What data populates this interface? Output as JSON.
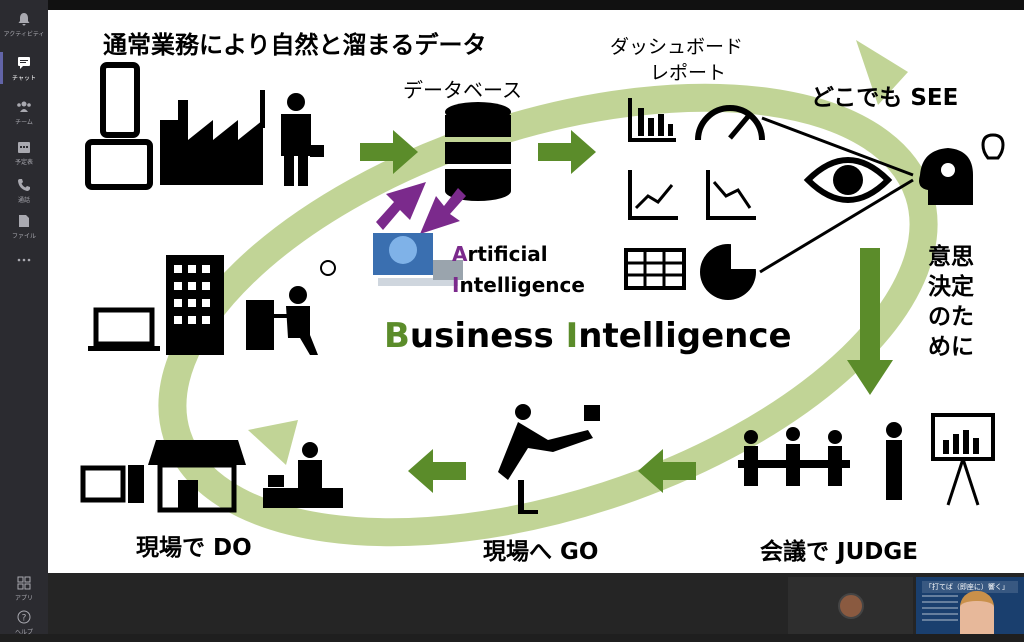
{
  "rail": {
    "items": [
      {
        "label": "アクティビティ",
        "icon": "bell-icon"
      },
      {
        "label": "チャット",
        "icon": "chat-icon"
      },
      {
        "label": "チーム",
        "icon": "teams-icon"
      },
      {
        "label": "予定表",
        "icon": "calendar-icon"
      },
      {
        "label": "通話",
        "icon": "phone-icon"
      },
      {
        "label": "ファイル",
        "icon": "file-icon"
      },
      {
        "label": "…",
        "icon": "more-icon"
      }
    ],
    "bottom": [
      {
        "label": "アプリ",
        "icon": "apps-icon"
      },
      {
        "label": "ヘルプ",
        "icon": "help-icon"
      }
    ]
  },
  "slide": {
    "title": "通常業務により自然と溜まるデータ",
    "database": "データベース",
    "dashboard_line1": "ダッシュボード",
    "dashboard_line2": "レポート",
    "see": "どこでも SEE",
    "decide": "意思決定のために",
    "judge": "会議で JUDGE",
    "go": "現場へ GO",
    "do": "現場で DO",
    "ai_first_letter": "A",
    "ai_rest": "rtificial",
    "ai2_first_letter": "I",
    "ai2_rest": "ntelligence",
    "bi_b": "B",
    "bi_usiness": "usiness ",
    "bi_i": "I",
    "bi_ntelligence": "ntelligence",
    "colors": {
      "arrow_green": "#5b8c2a",
      "ring_green": "#b6cd84",
      "ai_purple": "#7b2a8c"
    }
  },
  "video": {
    "thumb2_caption": "「打てば（即座に）響く」"
  }
}
